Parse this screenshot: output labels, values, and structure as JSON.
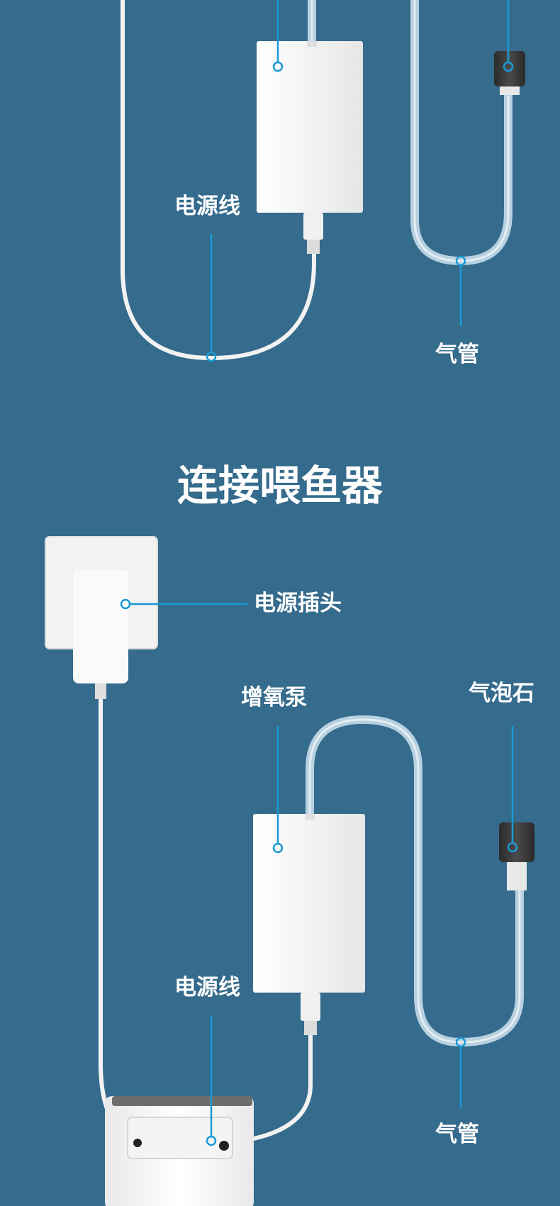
{
  "colors": {
    "background": "#356b8c",
    "accent": "#1a9ad6",
    "device_white": "#f7f7f7",
    "air_tube": "#cfe3ee",
    "air_stone": "#333333"
  },
  "section_top": {
    "labels": {
      "power_cord": "电源线",
      "air_tube": "气管"
    }
  },
  "section_bottom": {
    "heading": "连接喂鱼器",
    "labels": {
      "power_plug": "电源插头",
      "air_pump": "增氧泵",
      "air_stone": "气泡石",
      "power_cord": "电源线",
      "air_tube": "气管"
    }
  }
}
